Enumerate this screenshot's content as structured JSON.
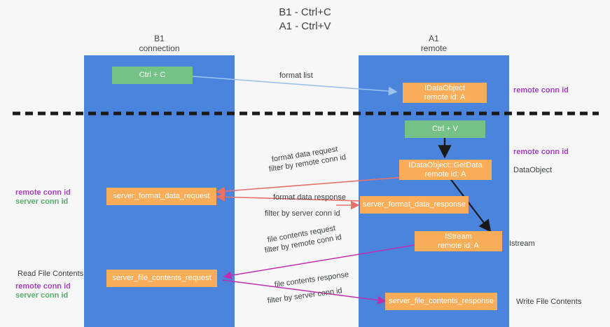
{
  "title": {
    "line1": "B1 - Ctrl+C",
    "line2": "A1 - Ctrl+V"
  },
  "lanes": [
    {
      "name": "B1",
      "sub": "connection",
      "color": "#4a84dc"
    },
    {
      "name": "A1",
      "sub": "remote",
      "color": "#4a84dc"
    }
  ],
  "boxes": {
    "ctrl_c": {
      "line1": "Ctrl + C",
      "color": "#74c286"
    },
    "ctrl_v": {
      "line1": "Ctrl + V",
      "color": "#74c286"
    },
    "idataobject": {
      "line1": "IDataObject",
      "line2": "remote id: A",
      "color": "#f9ad58"
    },
    "idataobject_getdata": {
      "line1": "IDataObject::GetData",
      "line2": "remote id: A",
      "color": "#f9ad58"
    },
    "istream": {
      "line1": "IStream",
      "line2": "remote id: A",
      "color": "#f9ad58"
    },
    "server_format_data_request": {
      "line1": "server_format_data_request",
      "color": "#f9ad58"
    },
    "server_format_data_response": {
      "line1": "server_format_data_response",
      "color": "#f9ad58"
    },
    "server_file_contents_request": {
      "line1": "server_file_contents_request",
      "color": "#f9ad58"
    },
    "server_file_contents_response": {
      "line1": "server_file_contents_response",
      "color": "#f9ad58"
    }
  },
  "edge_labels": {
    "format_list": "format list",
    "format_data_request": "format data request",
    "format_data_response": "format data response",
    "file_contents_request": "file contents request",
    "file_contents_response": "file contents response",
    "filter_by": "filter by ",
    "remote_conn_id": "remote conn id",
    "server_conn_id": "server conn id"
  },
  "side_labels": {
    "right_remote_conn_id_top": "remote conn id",
    "right_remote_conn_id_mid": "remote conn id",
    "dataobject": "DataObject",
    "istream": "Istream",
    "write_file_contents": "Write File Contents",
    "left_remote_conn_id": "remote conn id",
    "left_server_conn_id": "server conn id",
    "read_file_contents": "Read File Contents",
    "left_remote_conn_id_2": "remote conn id",
    "left_server_conn_id_2": "server conn id"
  },
  "colors": {
    "lane": "#4a84dc",
    "green_box": "#74c286",
    "orange_box": "#f9ad58",
    "blue_arrow": "#9cc3ec",
    "red_arrow": "#e8716a",
    "magenta_arrow": "#c02fb0",
    "black": "#1a1a1a",
    "purple_text": "#a63fbe",
    "green_text": "#5aab6e",
    "background": "#f7f7f7"
  },
  "divider": {
    "style": "dashed",
    "color": "#1a1a1a"
  }
}
